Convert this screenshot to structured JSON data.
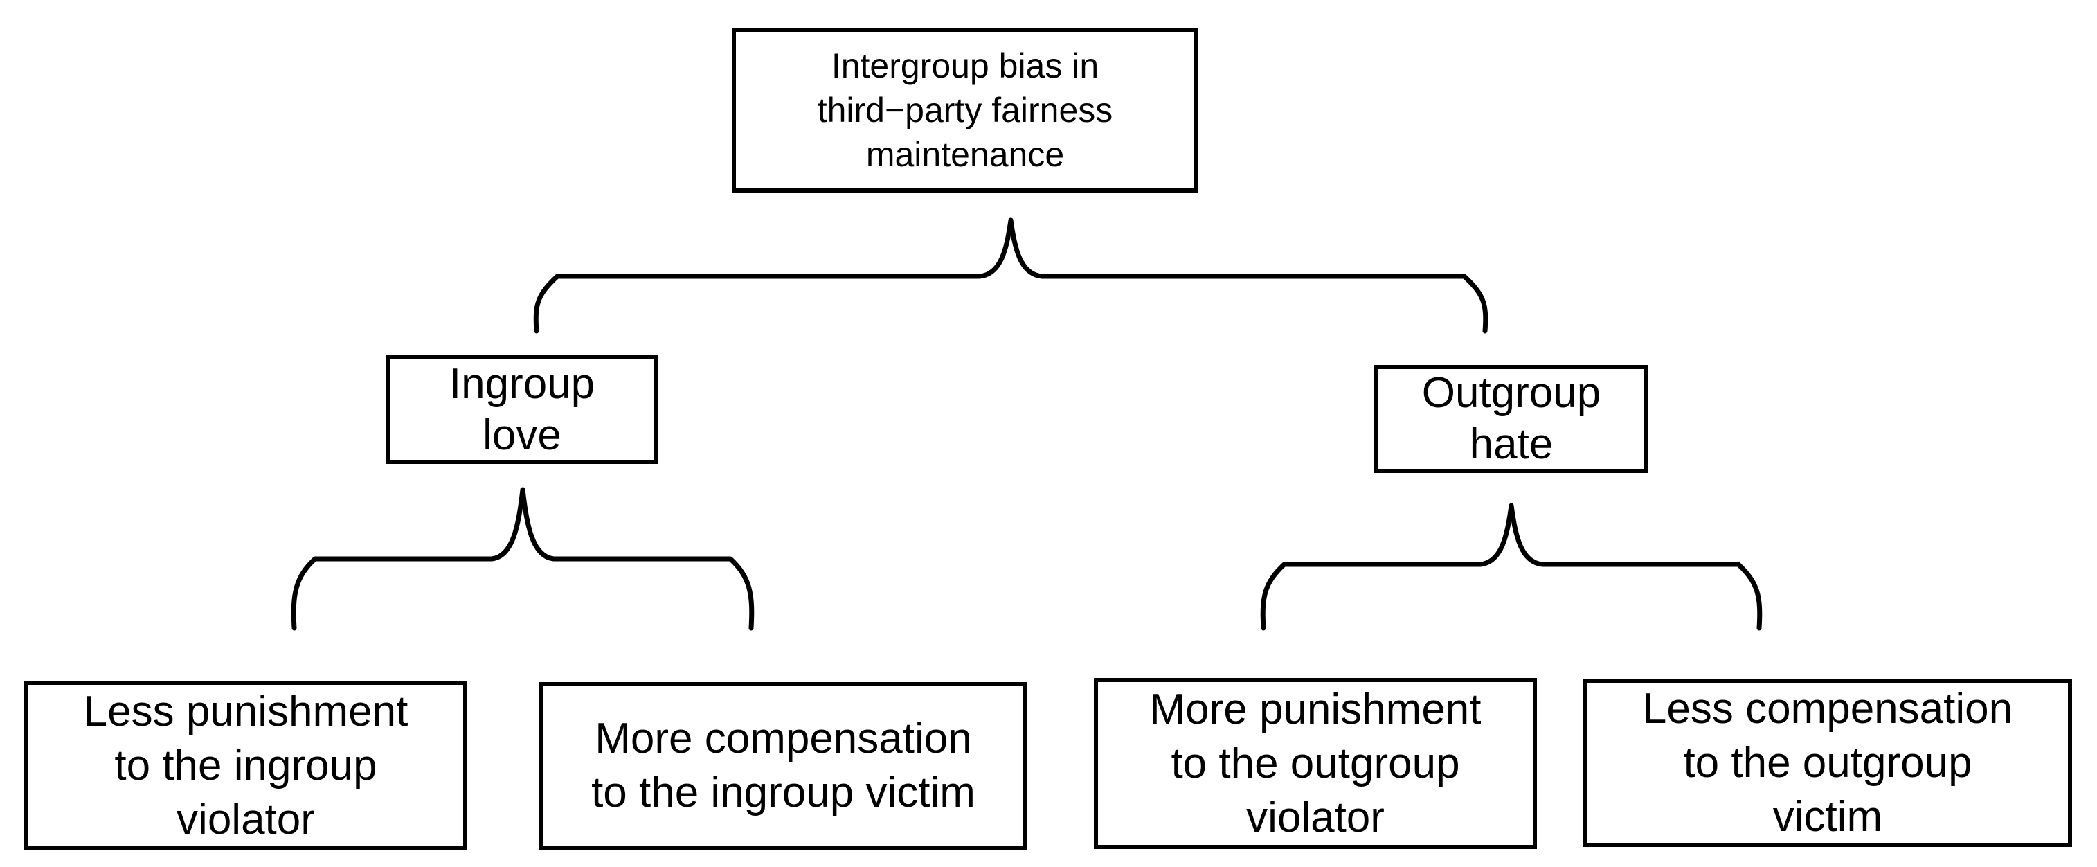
{
  "figure": {
    "type": "tree-diagram",
    "background_color": "#ffffff",
    "stroke_color": "#000000",
    "text_color": "#000000"
  },
  "nodes": {
    "root": {
      "label": "Intergroup bias in\nthird−party fairness\nmaintenance"
    },
    "ingroup_love": {
      "label": "Ingroup\nlove"
    },
    "outgroup_hate": {
      "label": "Outgroup\nhate"
    },
    "less_punishment_ingroup_violator": {
      "label": "Less punishment\nto the ingroup\nviolator"
    },
    "more_compensation_ingroup_victim": {
      "label": "More compensation\nto the ingroup victim"
    },
    "more_punishment_outgroup_violator": {
      "label": "More punishment\nto the outgroup\nviolator"
    },
    "less_compensation_outgroup_victim": {
      "label": "Less compensation\nto the outgroup\nvictim"
    }
  },
  "edges": [
    {
      "from": "root",
      "to": [
        "ingroup_love",
        "outgroup_hate"
      ],
      "connector": "curly-brace"
    },
    {
      "from": "ingroup_love",
      "to": [
        "less_punishment_ingroup_violator",
        "more_compensation_ingroup_victim"
      ],
      "connector": "curly-brace"
    },
    {
      "from": "outgroup_hate",
      "to": [
        "more_punishment_outgroup_violator",
        "less_compensation_outgroup_victim"
      ],
      "connector": "curly-brace"
    }
  ]
}
